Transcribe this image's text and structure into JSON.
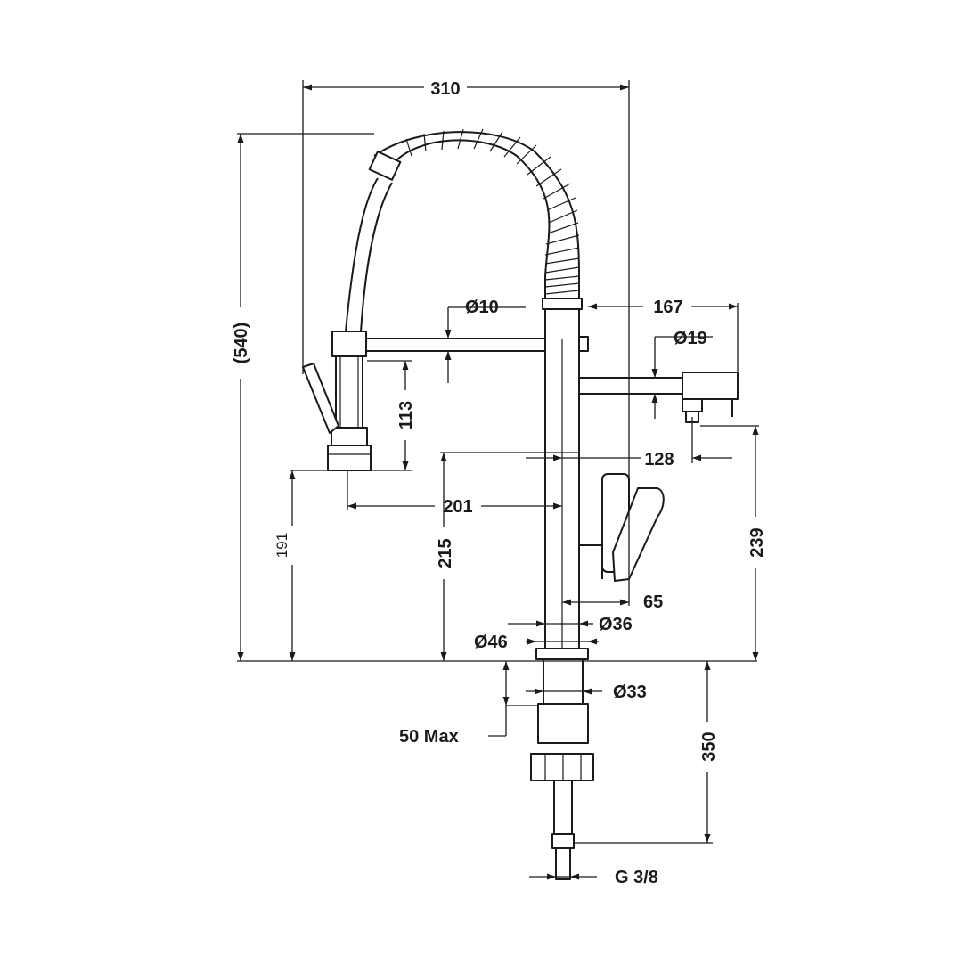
{
  "dimensions": {
    "width_overall": "310",
    "height_overall": "(540)",
    "spout_pipe_dia": "Ø10",
    "spray_holder_reach": "167",
    "holder_pipe_dia": "Ø19",
    "spray_head_length": "113",
    "spout_reach": "201",
    "spout_height": "191",
    "lever_height": "215",
    "holder_reach": "128",
    "holder_height": "239",
    "lever_offset": "65",
    "body_dia": "Ø36",
    "base_dia": "Ø46",
    "hole_dia": "Ø33",
    "counter_thickness": "50 Max",
    "shank_length": "350",
    "connection_thread": "G 3/8"
  }
}
